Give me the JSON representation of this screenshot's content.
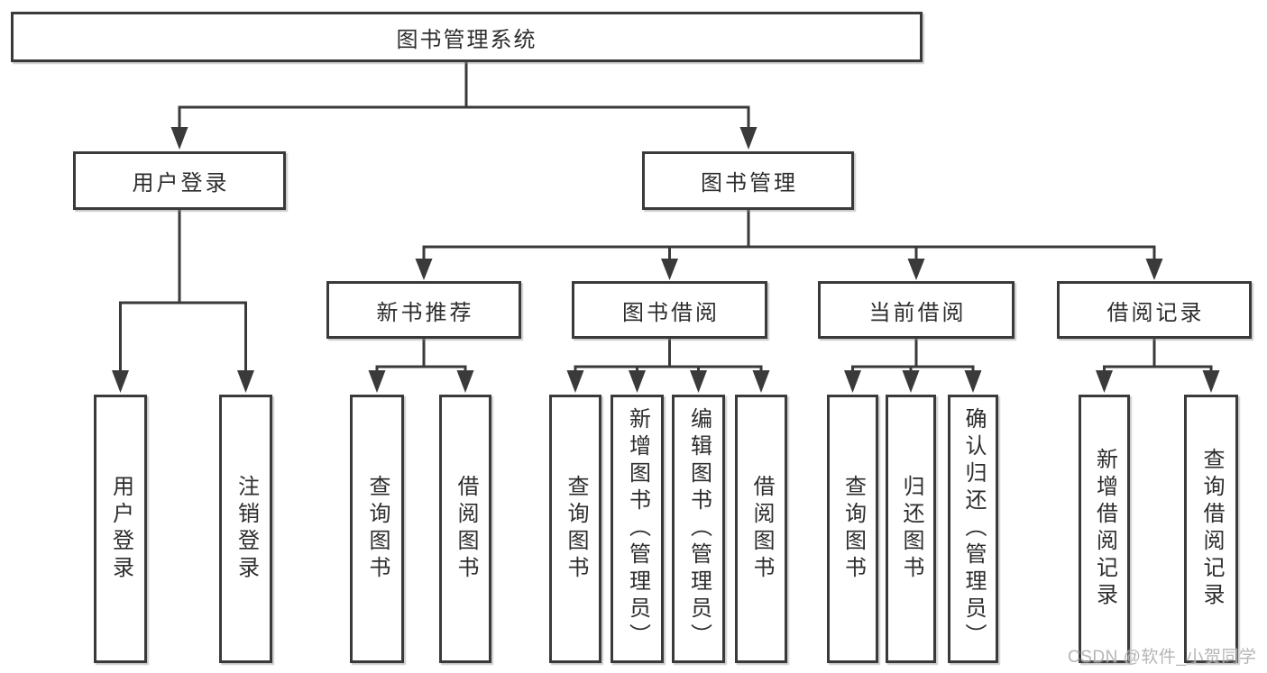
{
  "diagram": {
    "root": {
      "label": "图书管理系统"
    },
    "branches": [
      {
        "label": "用户登录",
        "children": [
          {
            "label": "用户登录"
          },
          {
            "label": "注销登录"
          }
        ]
      },
      {
        "label": "图书管理",
        "children": [
          {
            "label": "新书推荐",
            "children": [
              {
                "label": "查询图书"
              },
              {
                "label": "借阅图书"
              }
            ]
          },
          {
            "label": "图书借阅",
            "children": [
              {
                "label": "查询图书"
              },
              {
                "label": "新增图书（管理员）"
              },
              {
                "label": "编辑图书（管理员）"
              },
              {
                "label": "借阅图书"
              }
            ]
          },
          {
            "label": "当前借阅",
            "children": [
              {
                "label": "查询图书"
              },
              {
                "label": "归还图书"
              },
              {
                "label": "确认归还（管理员）"
              }
            ]
          },
          {
            "label": "借阅记录",
            "children": [
              {
                "label": "新增借阅记录"
              },
              {
                "label": "查询借阅记录"
              }
            ]
          }
        ]
      }
    ]
  },
  "watermark": {
    "text": "CSDN @软件_小贺同学"
  },
  "colors": {
    "line": "#3a3a3a",
    "text": "#2d2d2d",
    "box_background": "#ffffff",
    "page_background": "#ffffff",
    "watermark": "#b0b0b0"
  }
}
